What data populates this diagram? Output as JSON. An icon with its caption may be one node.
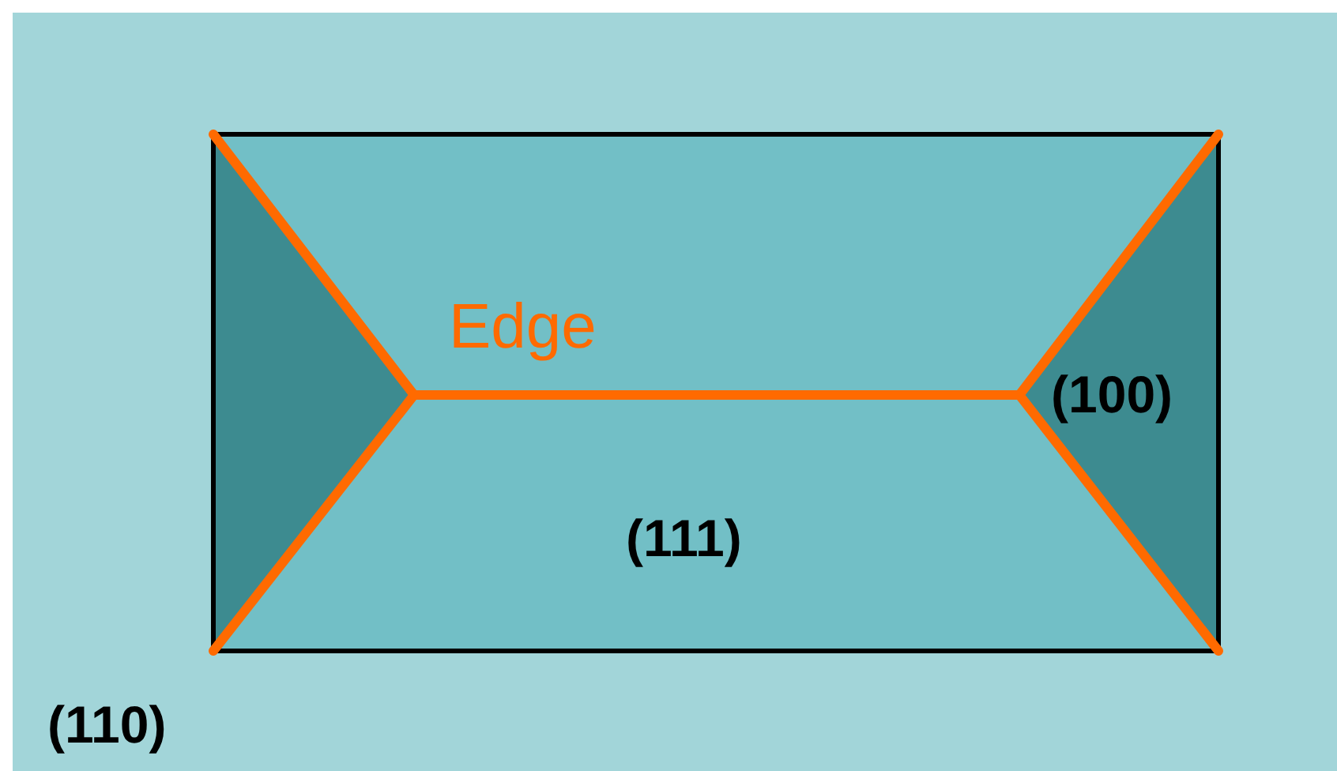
{
  "diagram": {
    "labels": [
      "Edge",
      "(100)",
      "(111)",
      "(110)"
    ]
  }
}
